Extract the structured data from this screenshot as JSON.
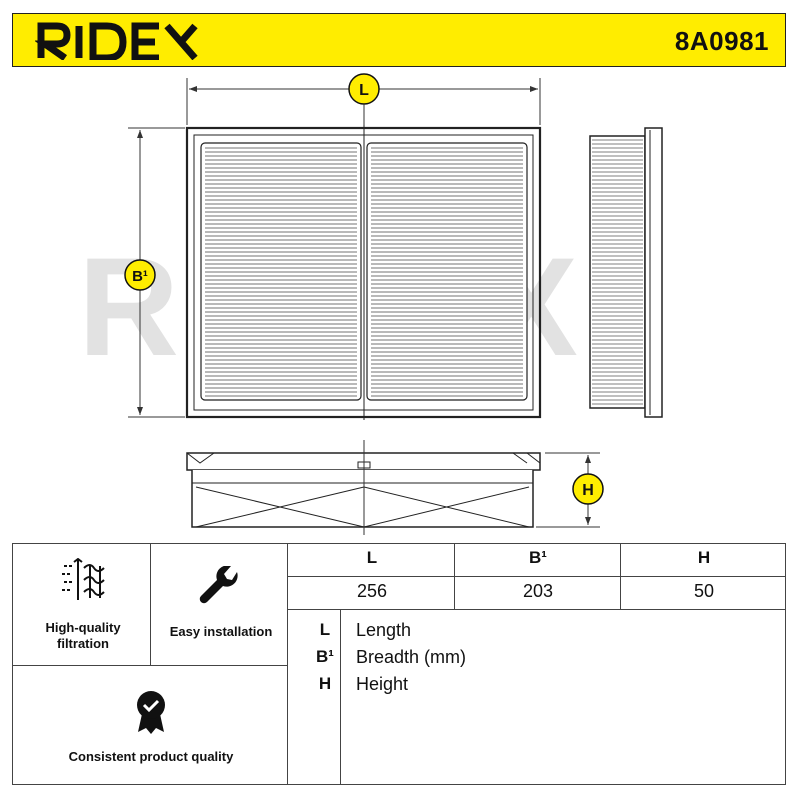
{
  "header": {
    "brand": "RIDEX",
    "part_number": "8A0981",
    "colors": {
      "background": "#ffed00",
      "text": "#111111"
    }
  },
  "drawing": {
    "watermark": "RIDEX",
    "labels": {
      "length": "L",
      "breadth": "B¹",
      "height": "H"
    },
    "label_color": "#ffed00"
  },
  "features": [
    {
      "icon": "airflow-filter-icon",
      "label": "High-quality filtration"
    },
    {
      "icon": "wrench-icon",
      "label": "Easy installation"
    },
    {
      "icon": "quality-badge-icon",
      "label": "Consistent product quality"
    }
  ],
  "dimensions": {
    "headers": [
      "L",
      "B¹",
      "H"
    ],
    "values": [
      "256",
      "203",
      "50"
    ]
  },
  "legend": [
    {
      "key": "L",
      "text": "Length"
    },
    {
      "key": "B¹",
      "text": "Breadth (mm)"
    },
    {
      "key": "H",
      "text": "Height"
    }
  ]
}
